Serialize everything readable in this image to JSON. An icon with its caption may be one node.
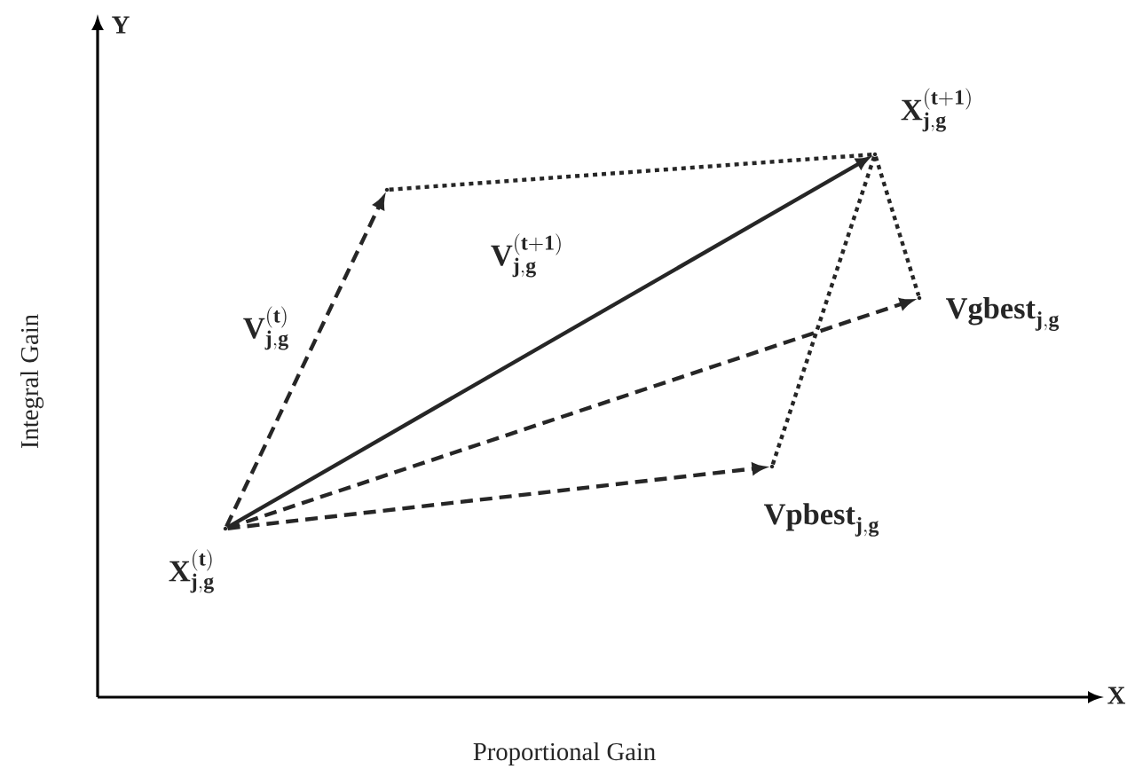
{
  "diagram": {
    "nodes": [
      {
        "text": [
          "\\mathbf{X}_{\\mathbf{j,g}}^{\\mathbf{(t)}}"
        ]
      },
      {
        "text": [],
        "shape": "point"
      },
      {
        "text": [
          "\\mathbf{X}_{\\mathbf{j,g}}^{\\mathbf{(t+1)}}"
        ]
      },
      {
        "text": [
          "\\mathbf{Vgbest}_{\\mathbf{j,g}}"
        ]
      },
      {
        "text": [
          "\\mathbf{Vpbest}_{\\mathbf{j,g}}"
        ]
      }
    ],
    "edges": [
      {
        "from": 0,
        "to": 1,
        "arrow": "to",
        "style": "dashed",
        "label": "\\mathbf{V}_{\\mathbf{j,g}}^{\\mathbf{(t)}}"
      },
      {
        "from": 0,
        "to": 2,
        "arrow": "to",
        "label": "\\mathbf{V}_{\\mathbf{j,g}}^{\\mathbf{(t+1)}}"
      },
      {
        "from": 0,
        "to": 3,
        "arrow": "to",
        "style": "dashed"
      },
      {
        "from": 0,
        "to": 4,
        "arrow": "to",
        "style": "dashed"
      },
      {
        "from": 1,
        "to": 2,
        "arrow": "none",
        "style": "dashed"
      },
      {
        "from": 2,
        "to": 3,
        "arrow": "none",
        "style": "dashed"
      },
      {
        "from": 4,
        "to": 2,
        "arrow": "none",
        "style": "dashed"
      }
    ],
    "labels": [
      "Y",
      "X",
      "Integral Gain",
      "Proportional Gain"
    ]
  }
}
